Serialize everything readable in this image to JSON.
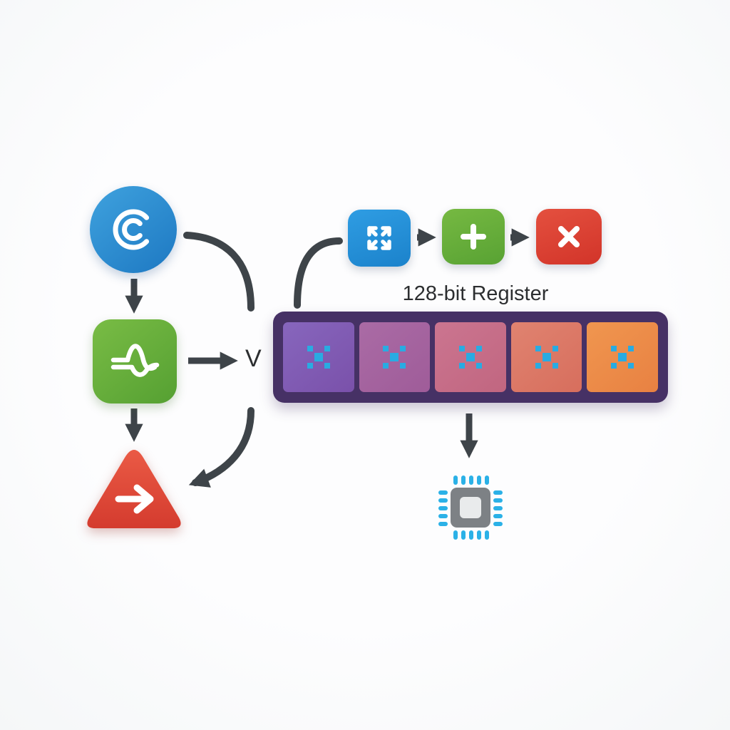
{
  "labels": {
    "vector": "V"
  },
  "register": {
    "title": "128-bit Register",
    "cell_icon": "transform-handles-icon",
    "cells": [
      {
        "style": "background:linear-gradient(140deg,#8766bd,#7a51aa)"
      },
      {
        "style": "background:linear-gradient(140deg,#aa6ba5,#9f5c99)"
      },
      {
        "style": "background:linear-gradient(140deg,#cb7590,#c16680)"
      },
      {
        "style": "background:linear-gradient(140deg,#e08370,#d76e5d)"
      },
      {
        "style": "background:linear-gradient(140deg,#f0964f,#e88142)"
      }
    ]
  },
  "nodes": {
    "source": {
      "icon": "concentric-c-logo-icon",
      "style": "background:linear-gradient(140deg,#3fa2de,#1d78c2)"
    },
    "wave": {
      "icon": "signal-wave-icon",
      "style": "background:linear-gradient(140deg,#79bc45,#55a032)"
    },
    "output": {
      "icon": "arrow-right-icon",
      "color_top": "#ea5a45",
      "color_bottom": "#d43b2e"
    },
    "expand": {
      "icon": "expand-arrows-icon",
      "style": "background:linear-gradient(160deg,#2f9de3,#1b82cb)"
    },
    "add": {
      "icon": "plus-icon",
      "style": "background:linear-gradient(160deg,#76b942,#58a233)"
    },
    "multiply": {
      "icon": "close-x-icon",
      "style": "background:linear-gradient(160deg,#e4503f,#d23429)"
    },
    "chip": {
      "icon": "cpu-chip-icon"
    }
  },
  "colors": {
    "arrow": "#3e4449",
    "text": "#2c2e30",
    "frame": "#463165",
    "cell_icon": "#29abe2",
    "chip_body": "#7d8185",
    "chip_inner": "#e9ebec",
    "chip_pin": "#2bb1e7",
    "bg": "#fdfdfe"
  }
}
